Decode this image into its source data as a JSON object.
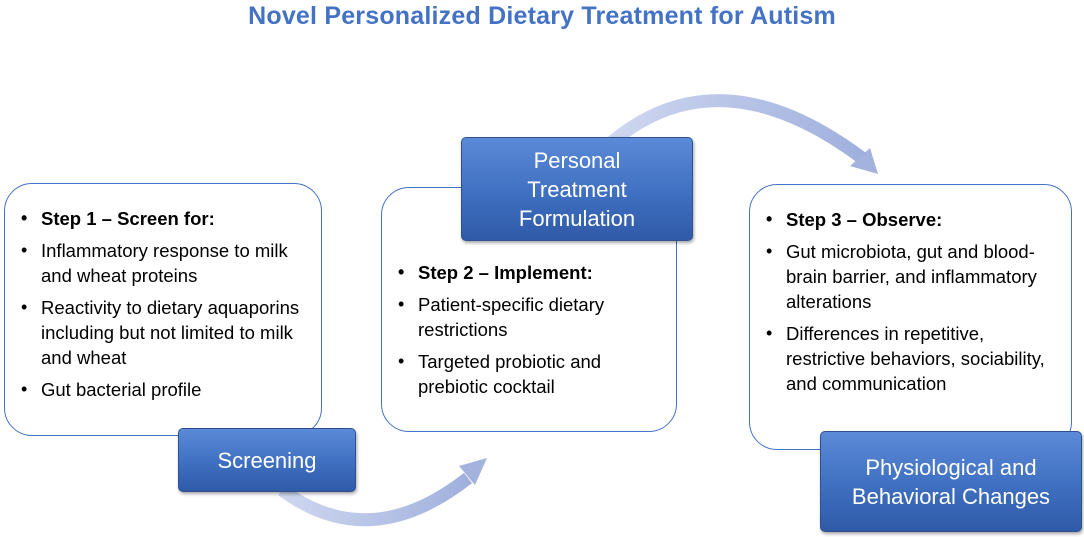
{
  "title": "Novel Personalized Dietary Treatment for Autism",
  "colors": {
    "title": "#4472c4",
    "card_border": "#4472c4",
    "label_fill": "#4472c4",
    "arrow": "#b4c0e4"
  },
  "step1": {
    "label": "Screening",
    "items": [
      "Step 1 – Screen for:",
      "Inflammatory response to milk and wheat proteins",
      "Reactivity to dietary aquaporins including but not limited to milk and wheat",
      "Gut bacterial profile"
    ]
  },
  "step2": {
    "label_lines": [
      "Personal",
      "Treatment",
      "Formulation"
    ],
    "items": [
      "Step 2 – Implement:",
      "Patient-specific dietary restrictions",
      "Targeted probiotic and prebiotic cocktail"
    ]
  },
  "step3": {
    "label_lines": [
      "Physiological and",
      "Behavioral Changes"
    ],
    "items": [
      "Step 3 – Observe:",
      "Gut microbiota, gut and blood-brain barrier, and inflammatory alterations",
      "Differences in repetitive, restrictive behaviors, sociability, and communication"
    ]
  }
}
